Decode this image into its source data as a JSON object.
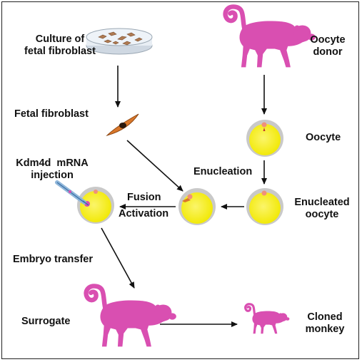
{
  "labels": {
    "culture": [
      "Culture of",
      "fetal fibroblast"
    ],
    "oocyte_donor": [
      "Oocyte",
      "donor"
    ],
    "fetal_fibroblast": "Fetal fibroblast",
    "oocyte": "Oocyte",
    "kdm4d": [
      "Kdm4d  mRNA",
      "injection"
    ],
    "enucleation": "Enucleation",
    "enucleated_oocyte": [
      "Enucleated",
      "oocyte"
    ],
    "fusion": "Fusion",
    "activation": "Activation",
    "embryo_transfer": "Embryo transfer",
    "surrogate": "Surrogate",
    "cloned_monkey": [
      "Cloned",
      "monkey"
    ]
  },
  "colors": {
    "monkey": "#d94fb1",
    "egg_yolk": "#f6ef1a",
    "egg_shell": "#c9c9c9",
    "nucleus": "#f0907a",
    "fibroblast": "#d9772a",
    "dish": "#dfe6ee",
    "arrow": "#111111"
  }
}
